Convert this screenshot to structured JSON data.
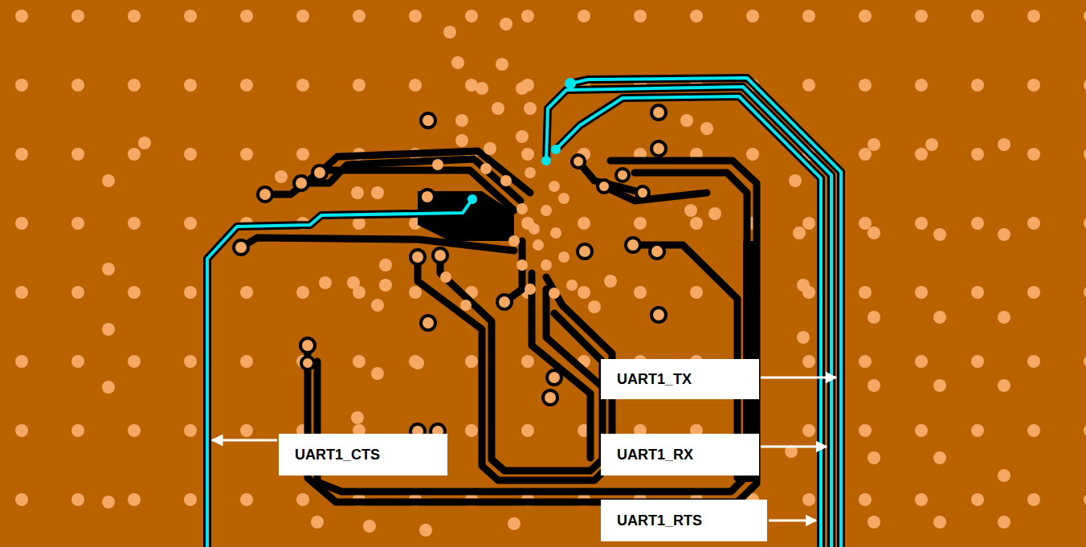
{
  "diagram": {
    "nodes": [
      {
        "text": [
          "UART1_TX"
        ]
      },
      {
        "text": [
          "UART1_CTS"
        ]
      },
      {
        "text": [
          "UART1_RX"
        ]
      },
      {
        "text": [
          "UART1_RTS"
        ]
      }
    ]
  }
}
